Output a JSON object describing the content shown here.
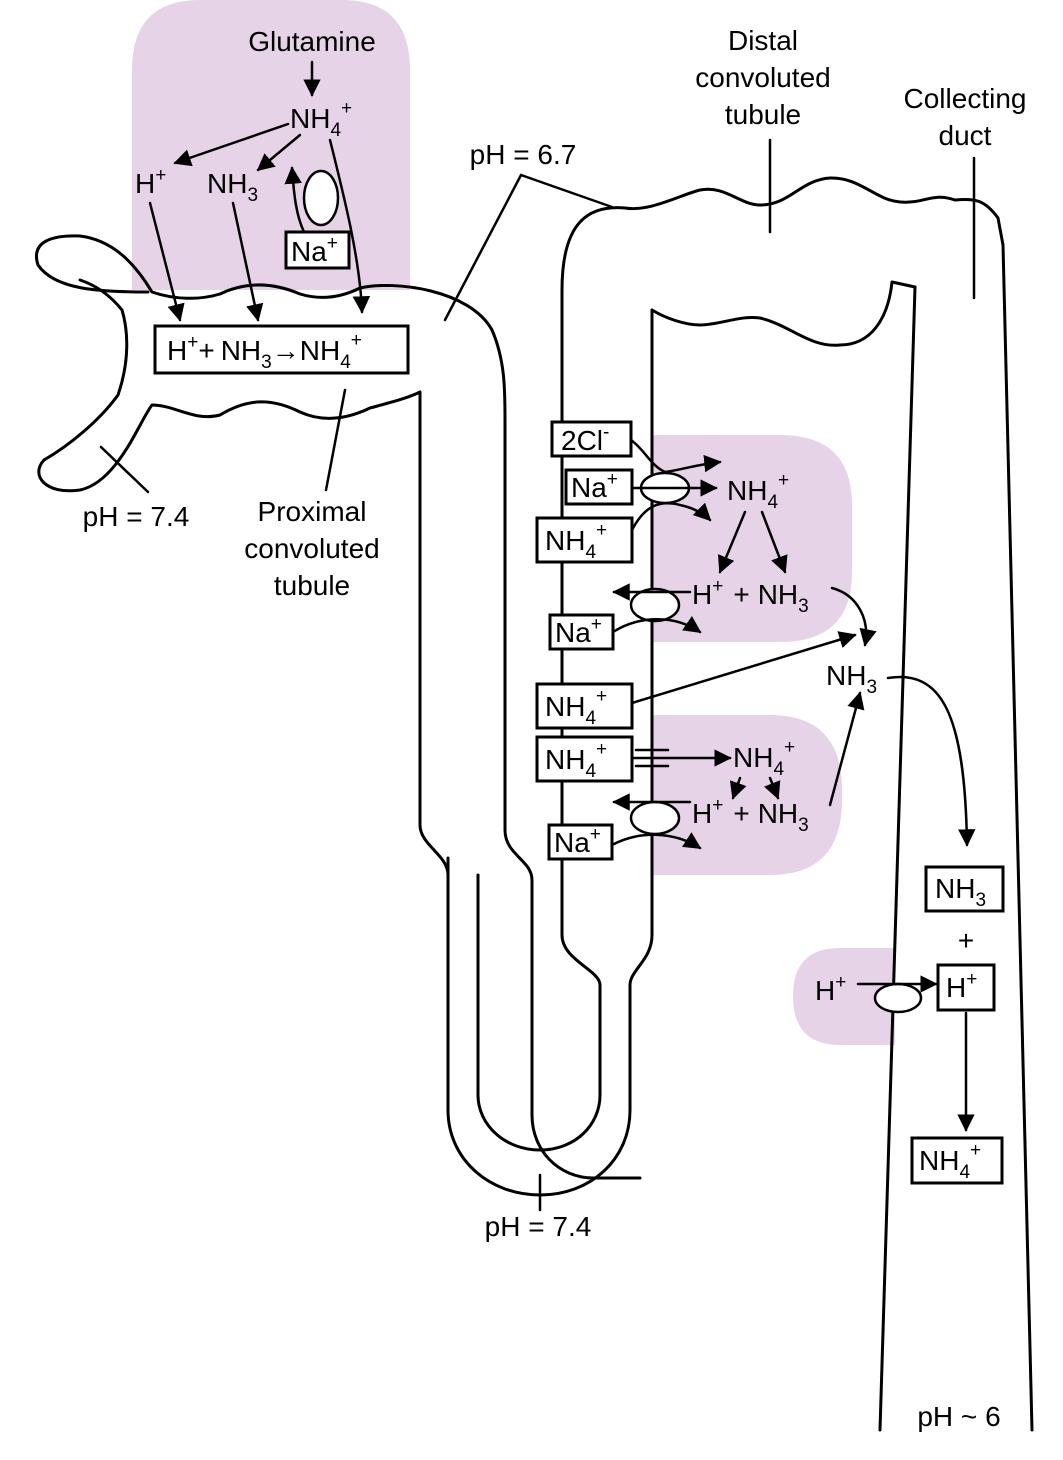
{
  "colors": {
    "cell_fill": "#e6d3e7",
    "line": "#000000",
    "background": "#ffffff"
  },
  "labels": {
    "glutamine": "Glutamine",
    "distal_line1": "Distal",
    "distal_line2": "convoluted",
    "distal_line3": "tubule",
    "collecting_line1": "Collecting",
    "collecting_line2": "duct",
    "ph_cortex": "pH = 6.7",
    "ph_proximal": "pH = 7.4",
    "proximal_line1": "Proximal",
    "proximal_line2": "convoluted",
    "proximal_line3": "tubule",
    "ph_loop": "pH = 7.4",
    "ph_duct": "pH ~ 6"
  },
  "chemistry": {
    "h": "H",
    "nh": "NH",
    "na": "Na",
    "cl2": "2Cl",
    "plus": "+",
    "minus": "-",
    "sub3": "3",
    "sub4": "4",
    "arrow": "→"
  }
}
